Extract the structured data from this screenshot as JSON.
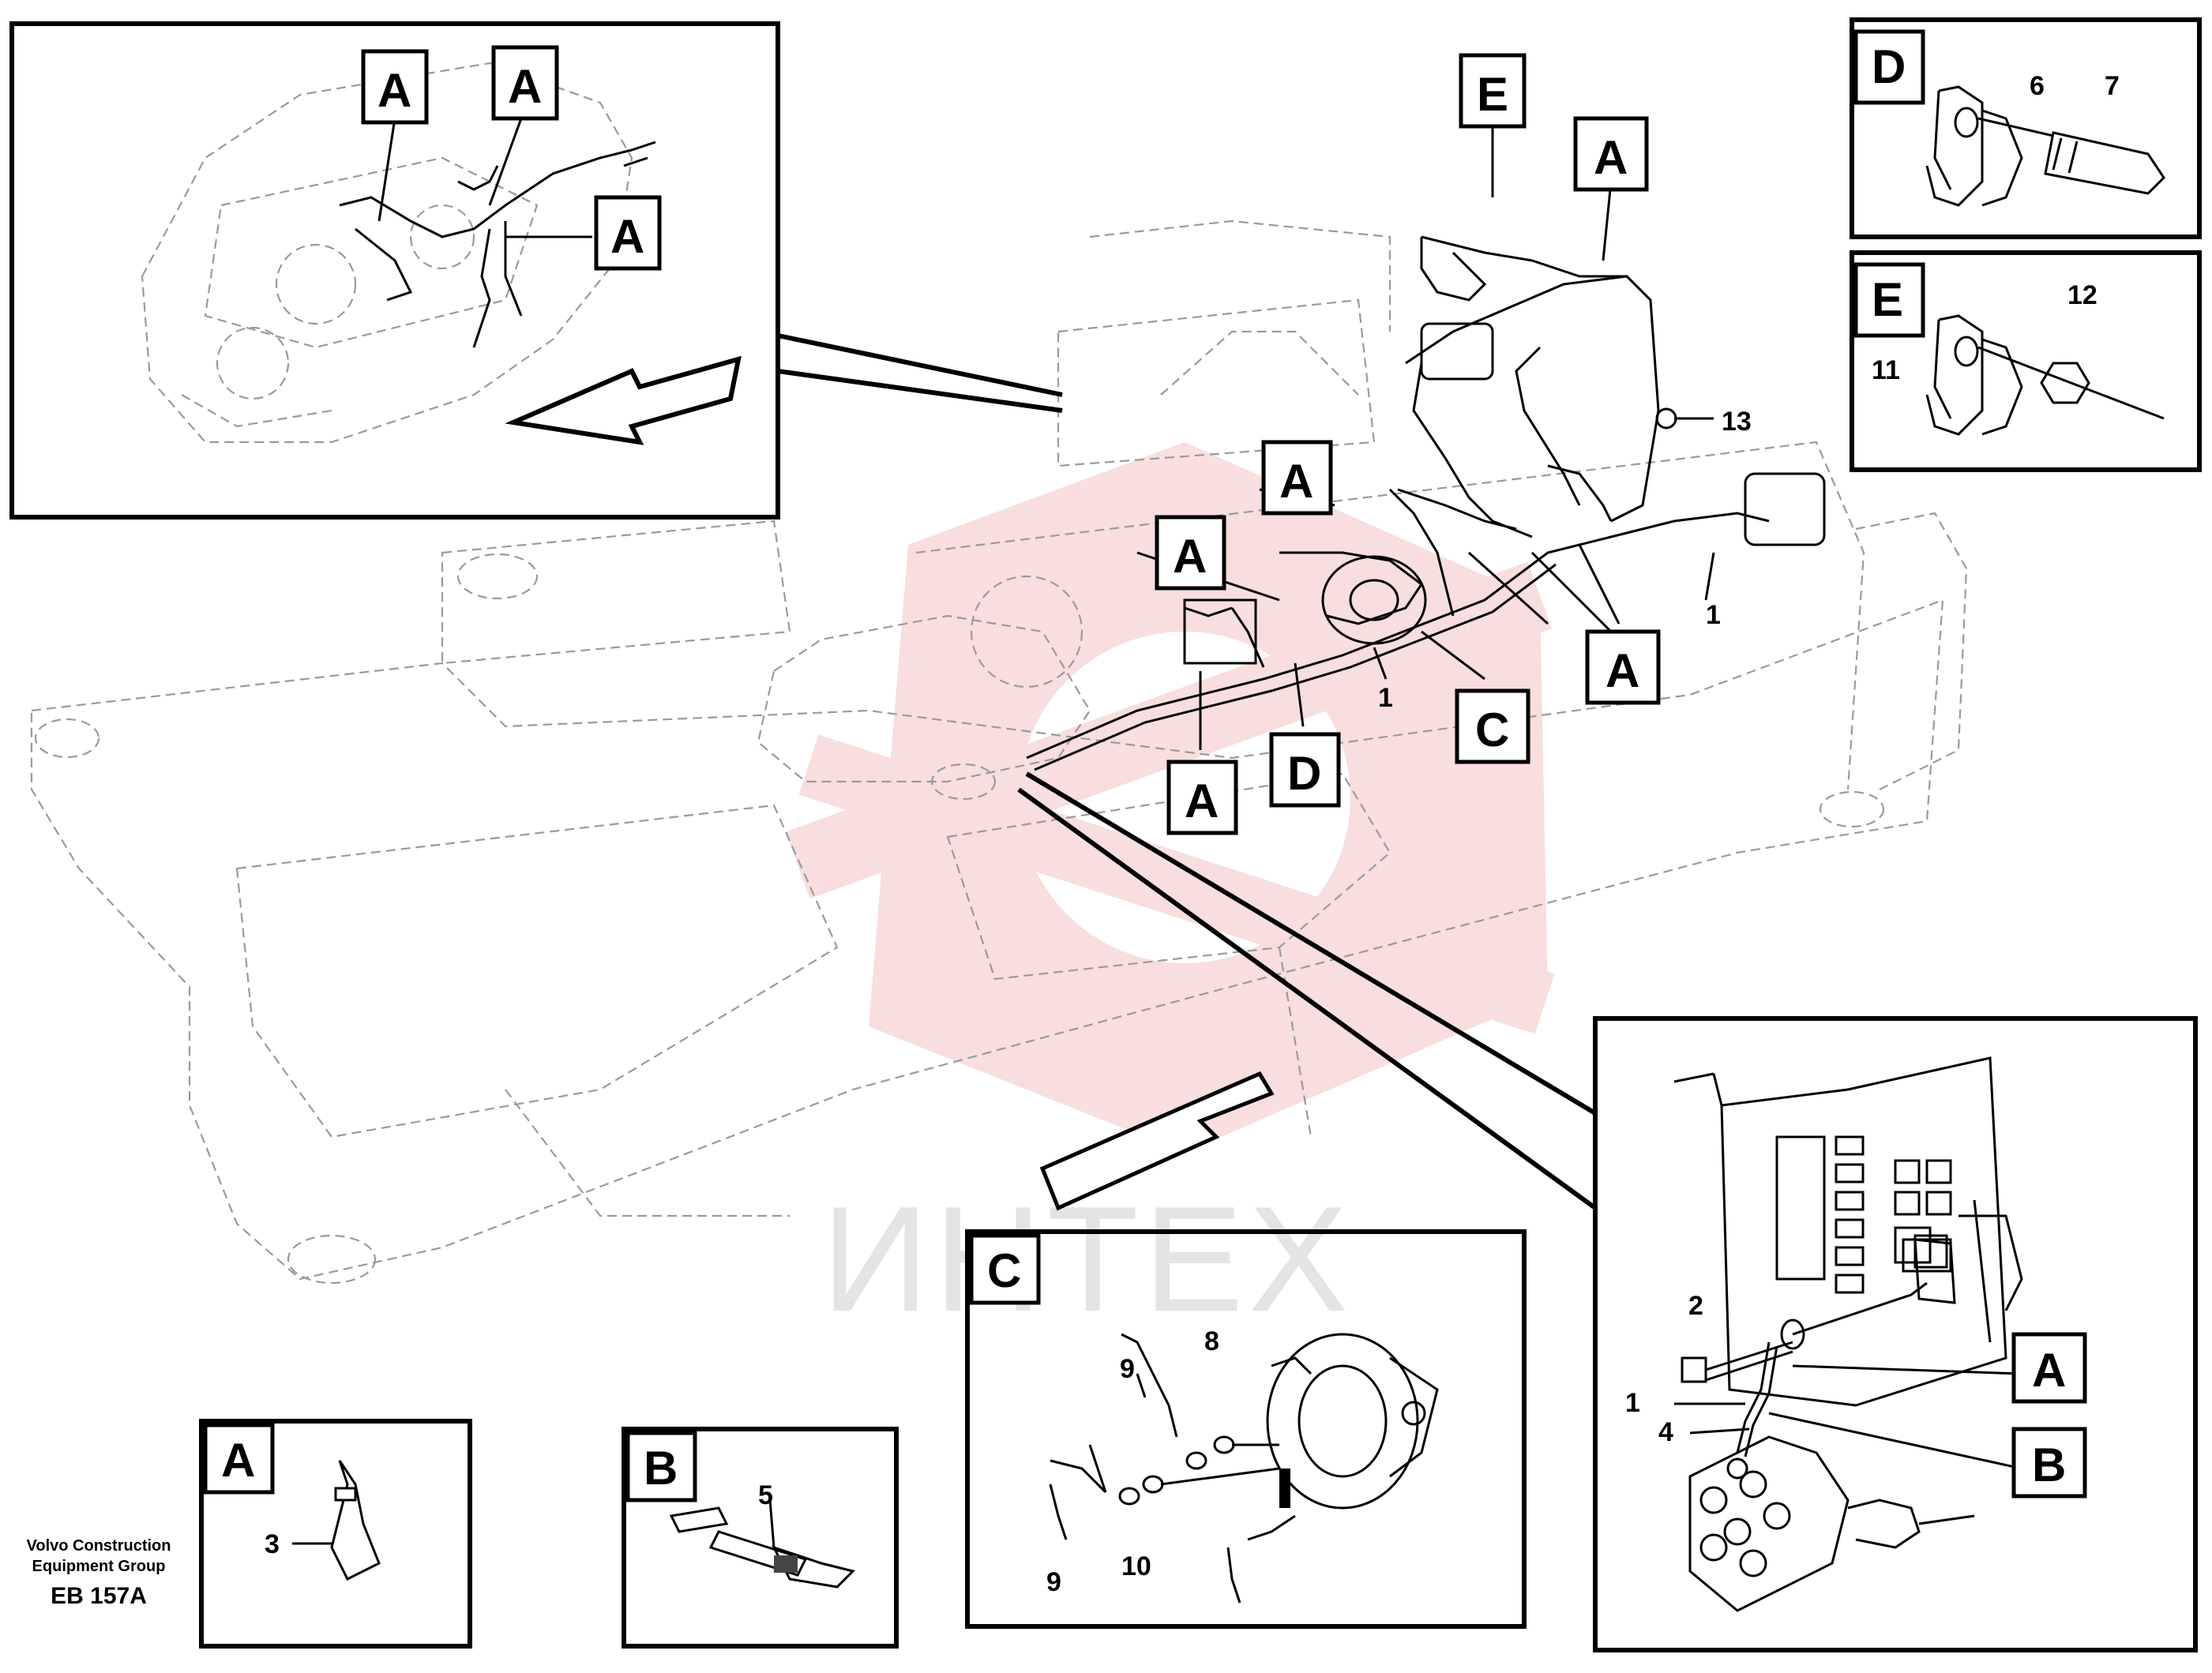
{
  "callouts": {
    "a": "A",
    "b": "B",
    "c": "C",
    "d": "D",
    "e": "E"
  },
  "part_numbers": {
    "p1": "1",
    "p2": "2",
    "p3": "3",
    "p4": "4",
    "p5": "5",
    "p6": "6",
    "p7": "7",
    "p8": "8",
    "p9": "9",
    "p10": "10",
    "p11": "11",
    "p12": "12",
    "p13": "13"
  },
  "footer": {
    "line1": "Volvo Construction",
    "line2": "Equipment Group",
    "code": "EB 157A"
  },
  "watermark": {
    "text": "ИНТЕХ",
    "color": "#f2b8b8"
  },
  "colors": {
    "ink": "#000000",
    "dashed_frame": "#9a9a9a",
    "watermark_red": "#f4c4c4"
  }
}
